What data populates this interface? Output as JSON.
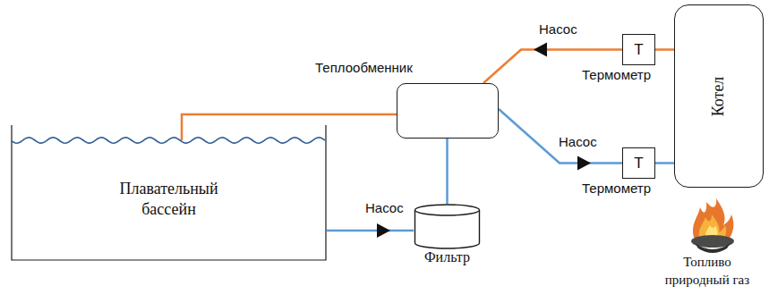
{
  "diagram": {
    "nodes": [
      {
        "text": [
          "Плавательный бассейн"
        ]
      },
      {
        "text": [
          "Теплообменник"
        ]
      },
      {
        "text": [
          "Фильтр"
        ]
      },
      {
        "text": [
          "Т",
          "Термометр"
        ]
      },
      {
        "text": [
          "Т",
          "Термометр"
        ]
      },
      {
        "text": [
          "Котел"
        ]
      }
    ],
    "edges": [
      {
        "from": 0,
        "to": 2,
        "arrow": "none"
      },
      {
        "from": 2,
        "to": 1,
        "arrow": "none"
      },
      {
        "from": 1,
        "to": 4,
        "arrow": "none"
      },
      {
        "from": 4,
        "to": 5,
        "arrow": "none"
      },
      {
        "from": 5,
        "to": 3,
        "arrow": "none"
      },
      {
        "from": 3,
        "to": 1,
        "arrow": "none"
      },
      {
        "from": 1,
        "to": 0,
        "arrow": "none"
      }
    ],
    "labels": [
      "Насос",
      "Насос",
      "Насос",
      "Топливо природный газ"
    ]
  }
}
